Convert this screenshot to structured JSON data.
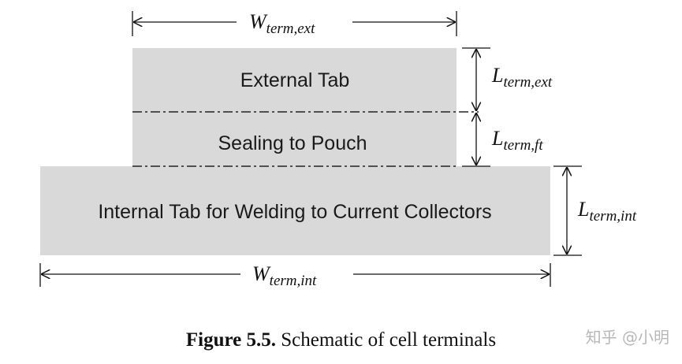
{
  "diagram": {
    "boxes": {
      "external": "External Tab",
      "sealing": "Sealing to Pouch",
      "internal": "Internal Tab for Welding to Current Collectors"
    },
    "dimensions": {
      "w_ext": {
        "main": "W",
        "sub": "term,ext"
      },
      "w_int": {
        "main": "W",
        "sub": "term,int"
      },
      "l_ext": {
        "main": "L",
        "sub": "term,ext"
      },
      "l_ft": {
        "main": "L",
        "sub": "term,ft"
      },
      "l_int": {
        "main": "L",
        "sub": "term,int"
      }
    },
    "colors": {
      "box_fill": "#d9d9d9",
      "line": "#111111"
    }
  },
  "caption": {
    "label": "Figure 5.5.",
    "text": " Schematic of cell terminals"
  },
  "watermark": "知乎 @小明"
}
